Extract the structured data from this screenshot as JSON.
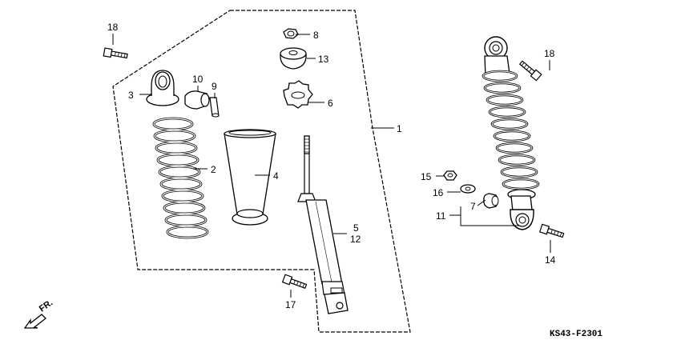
{
  "diagram": {
    "callouts": {
      "c1": "1",
      "c2": "2",
      "c3": "3",
      "c4": "4",
      "c5": "5",
      "c12": "12",
      "c6": "6",
      "c7": "7",
      "c8": "8",
      "c9": "9",
      "c10": "10",
      "c11": "11",
      "c13": "13",
      "c14": "14",
      "c15": "15",
      "c16": "16",
      "c17": "17",
      "c18a": "18",
      "c18b": "18"
    },
    "direction_label": "FR.",
    "drawing_code": "KS43-F2301"
  }
}
